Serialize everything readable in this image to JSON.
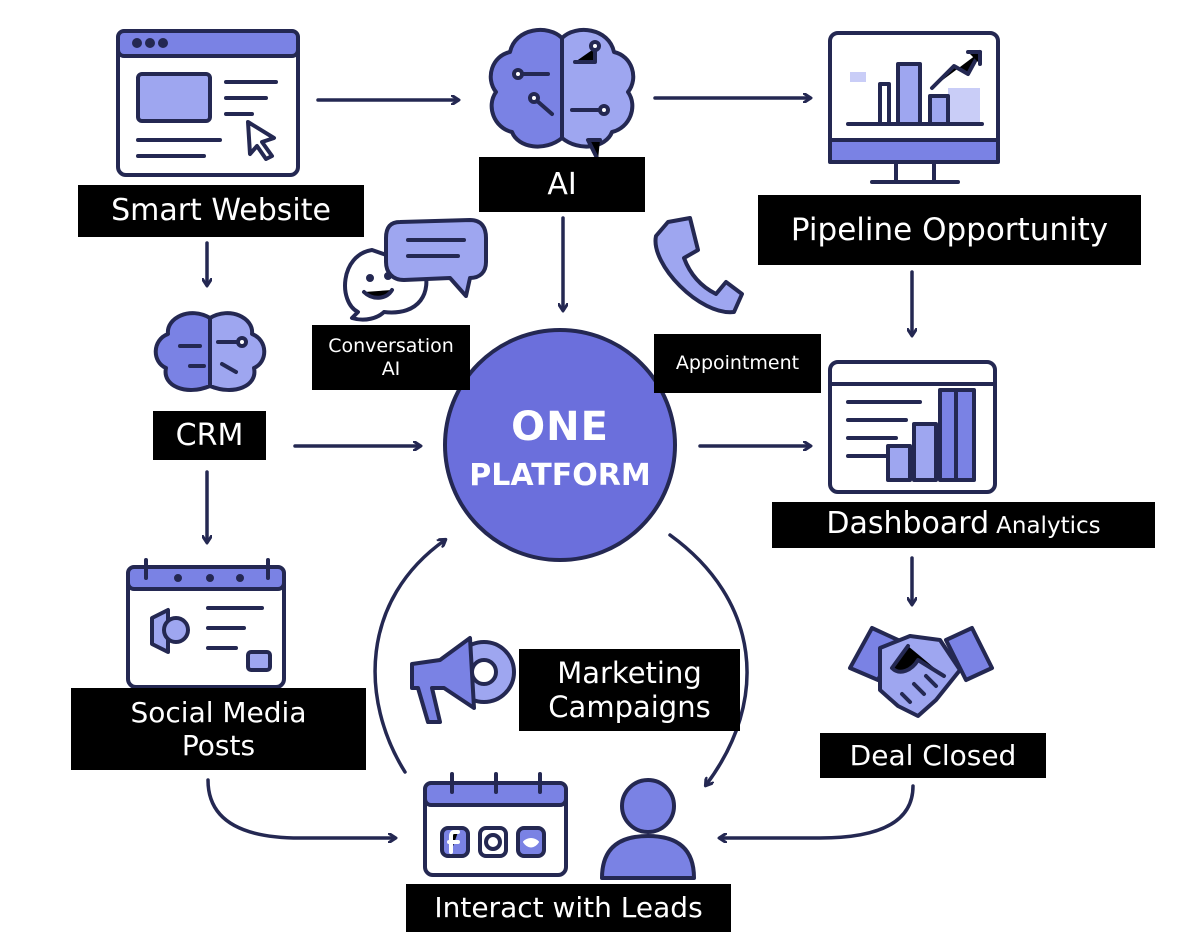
{
  "colors": {
    "ink": "#242852",
    "accent": "#7a82e4",
    "fill": "#9ea6f0",
    "center": "#6b6fdc",
    "label_bg": "#000000",
    "label_text": "#ffffff"
  },
  "center": {
    "line1": "ONE",
    "line2": "PLATFORM"
  },
  "nodes": {
    "smart_website": "Smart Website",
    "ai": "AI",
    "pipeline": "Pipeline Opportunity",
    "crm": "CRM",
    "conversation_ai_1": "Conversation",
    "conversation_ai_2": "AI",
    "appointment": "Appointment",
    "dashboard_main": "Dashboard",
    "dashboard_sub": "Analytics",
    "social_1": "Social Media",
    "social_2": "Posts",
    "marketing_1": "Marketing",
    "marketing_2": "Campaigns",
    "deal_closed": "Deal Closed",
    "interact": "Interact with Leads"
  },
  "icons": [
    "browser-cursor-icon",
    "brain-circuit-icon",
    "chart-monitor-icon",
    "chat-bubbles-icon",
    "phone-icon",
    "brain-chip-icon",
    "dashboard-chart-icon",
    "social-calendar-icon",
    "megaphone-gear-icon",
    "handshake-icon",
    "social-calendar-apps-icon",
    "user-icon"
  ]
}
